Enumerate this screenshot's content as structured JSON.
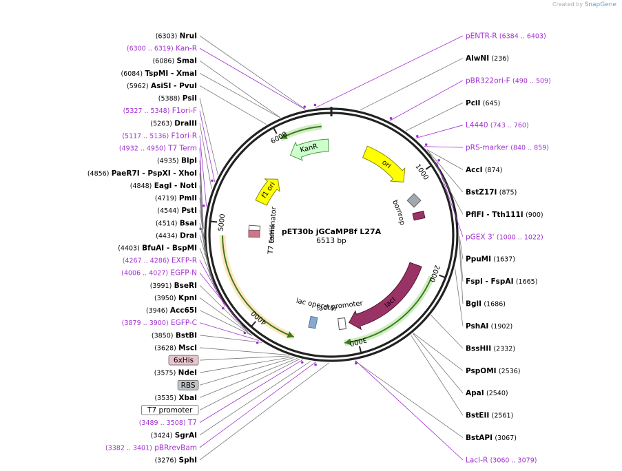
{
  "credit": {
    "prefix": "Created by",
    "brand": "SnapGene"
  },
  "plasmid": {
    "name": "pET30b jGCaMP8f L27A",
    "size": "6513 bp",
    "length": 6513
  },
  "ticks": [
    {
      "pos": 1000,
      "label": "1000"
    },
    {
      "pos": 2000,
      "label": "2000"
    },
    {
      "pos": 3000,
      "label": "3000"
    },
    {
      "pos": 4000,
      "label": "4000"
    },
    {
      "pos": 5000,
      "label": "5000"
    },
    {
      "pos": 6000,
      "label": "6000"
    }
  ],
  "features": [
    {
      "name": "ori",
      "start": 400,
      "end": 975,
      "dir": 1,
      "color": "#ffff00",
      "stroke": "#8a8a00",
      "track": "inner"
    },
    {
      "name": "KanR",
      "start": 6020,
      "end": 6480,
      "dir": -1,
      "color": "#ccffcc",
      "stroke": "#4a9a4a",
      "track": "inner"
    },
    {
      "name": "lacI",
      "start": 1980,
      "end": 3050,
      "dir": 1,
      "color": "#993366",
      "stroke": "#551133",
      "track": "inner"
    },
    {
      "name": "f1 ori",
      "start": 5330,
      "end": 5720,
      "dir": 1,
      "color": "#ffff00",
      "stroke": "#8a8a00",
      "track": "inner2"
    },
    {
      "name": "T7 terminator",
      "start": 4938,
      "end": 4985,
      "dir": -1,
      "color": "#ffffff",
      "stroke": "#555555",
      "track": "inner2"
    },
    {
      "name": "6xHis",
      "start": 4880,
      "end": 4920,
      "dir": -1,
      "color": "#cc7788",
      "stroke": "#885566",
      "track": "inner2"
    },
    {
      "name": "lac operator",
      "start": 3460,
      "end": 3480,
      "dir": 1,
      "color": "#88aacc",
      "stroke": "#557799",
      "track": "inner"
    },
    {
      "name": "lacI promoter",
      "start": 3120,
      "end": 3145,
      "dir": 1,
      "color": "#ffffff",
      "stroke": "#555555",
      "track": "inner"
    },
    {
      "name": "bom",
      "start": 1180,
      "end": 1260,
      "dir": 0,
      "color": "#a0a8b0",
      "stroke": "#666",
      "track": "inner"
    },
    {
      "name": "rop",
      "start": 1360,
      "end": 1450,
      "dir": -1,
      "color": "#993366",
      "stroke": "#551133",
      "track": "inner"
    }
  ],
  "orfs": [
    {
      "start": 6420,
      "end": 6010,
      "color": "#77cc55",
      "dir": -1
    },
    {
      "start": 4880,
      "end": 3620,
      "color": "#ffb84d",
      "dir": -1
    },
    {
      "start": 3130,
      "end": 2040,
      "color": "#77cc55",
      "dir": 1
    }
  ],
  "left_labels": [
    {
      "pos": 6303,
      "coord": "(6303)",
      "name": "NruI",
      "type": "site"
    },
    {
      "pos": 6300,
      "coord": "(6300 .. 6319)",
      "name": "Kan-R",
      "type": "primer"
    },
    {
      "pos": 6086,
      "coord": "(6086)",
      "name": "SmaI",
      "type": "site"
    },
    {
      "pos": 6084,
      "coord": "(6084)",
      "name": "TspMI - XmaI",
      "type": "site"
    },
    {
      "pos": 5962,
      "coord": "(5962)",
      "name": "AsiSI - PvuI",
      "type": "site"
    },
    {
      "pos": 5388,
      "coord": "(5388)",
      "name": "PsiI",
      "type": "site"
    },
    {
      "pos": 5327,
      "coord": "(5327 .. 5348)",
      "name": "F1ori-F",
      "type": "primer"
    },
    {
      "pos": 5263,
      "coord": "(5263)",
      "name": "DraIII",
      "type": "site"
    },
    {
      "pos": 5117,
      "coord": "(5117 .. 5136)",
      "name": "F1ori-R",
      "type": "primer"
    },
    {
      "pos": 4932,
      "coord": "(4932 .. 4950)",
      "name": "T7 Term",
      "type": "primer"
    },
    {
      "pos": 4935,
      "coord": "(4935)",
      "name": "BlpI",
      "type": "site"
    },
    {
      "pos": 4856,
      "coord": "(4856)",
      "name": "PaeR7I - PspXI - XhoI",
      "type": "site"
    },
    {
      "pos": 4848,
      "coord": "(4848)",
      "name": "EagI - NotI",
      "type": "site"
    },
    {
      "pos": 4719,
      "coord": "(4719)",
      "name": "PmlI",
      "type": "site"
    },
    {
      "pos": 4544,
      "coord": "(4544)",
      "name": "PstI",
      "type": "site"
    },
    {
      "pos": 4514,
      "coord": "(4514)",
      "name": "BsaI",
      "type": "site"
    },
    {
      "pos": 4434,
      "coord": "(4434)",
      "name": "DraI",
      "type": "site"
    },
    {
      "pos": 4403,
      "coord": "(4403)",
      "name": "BfuAI - BspMI",
      "type": "site"
    },
    {
      "pos": 4267,
      "coord": "(4267 .. 4286)",
      "name": "EXFP-R",
      "type": "primer"
    },
    {
      "pos": 4006,
      "coord": "(4006 .. 4027)",
      "name": "EGFP-N",
      "type": "primer"
    },
    {
      "pos": 3991,
      "coord": "(3991)",
      "name": "BseRI",
      "type": "site"
    },
    {
      "pos": 3950,
      "coord": "(3950)",
      "name": "KpnI",
      "type": "site"
    },
    {
      "pos": 3946,
      "coord": "(3946)",
      "name": "Acc65I",
      "type": "site"
    },
    {
      "pos": 3879,
      "coord": "(3879 .. 3900)",
      "name": "EGFP-C",
      "type": "primer"
    },
    {
      "pos": 3850,
      "coord": "(3850)",
      "name": "BstBI",
      "type": "site"
    },
    {
      "pos": 3628,
      "coord": "(3628)",
      "name": "MscI",
      "type": "site"
    },
    {
      "pos": 3600,
      "coord": "",
      "name": "6xHis",
      "type": "feature-box",
      "fill": "#e8c4cc"
    },
    {
      "pos": 3575,
      "coord": "(3575)",
      "name": "NdeI",
      "type": "site"
    },
    {
      "pos": 3560,
      "coord": "",
      "name": "RBS",
      "type": "feature-box",
      "fill": "#c0c4c8"
    },
    {
      "pos": 3535,
      "coord": "(3535)",
      "name": "XbaI",
      "type": "site"
    },
    {
      "pos": 3515,
      "coord": "",
      "name": "T7 promoter",
      "type": "feature-box",
      "fill": "#ffffff"
    },
    {
      "pos": 3489,
      "coord": "(3489 .. 3508)",
      "name": "T7",
      "type": "primer"
    },
    {
      "pos": 3424,
      "coord": "(3424)",
      "name": "SgrAI",
      "type": "site"
    },
    {
      "pos": 3382,
      "coord": "(3382 .. 3401)",
      "name": "pBRrevBam",
      "type": "primer"
    },
    {
      "pos": 3276,
      "coord": "(3276)",
      "name": "SphI",
      "type": "site"
    }
  ],
  "right_labels": [
    {
      "pos": 6384,
      "coord": "(6384 .. 6403)",
      "name": "pENTR-R",
      "type": "primer"
    },
    {
      "pos": 236,
      "coord": "(236)",
      "name": "AlwNI",
      "type": "site"
    },
    {
      "pos": 490,
      "coord": "(490 .. 509)",
      "name": "pBR322ori-F",
      "type": "primer"
    },
    {
      "pos": 645,
      "coord": "(645)",
      "name": "PciI",
      "type": "site"
    },
    {
      "pos": 743,
      "coord": "(743 .. 760)",
      "name": "L4440",
      "type": "primer"
    },
    {
      "pos": 840,
      "coord": "(840 .. 859)",
      "name": "pRS-marker",
      "type": "primer"
    },
    {
      "pos": 874,
      "coord": "(874)",
      "name": "AccI",
      "type": "site"
    },
    {
      "pos": 875,
      "coord": "(875)",
      "name": "BstZ17I",
      "type": "site"
    },
    {
      "pos": 900,
      "coord": "(900)",
      "name": "PflFI - Tth111I",
      "type": "site"
    },
    {
      "pos": 1000,
      "coord": "(1000 .. 1022)",
      "name": "pGEX 3'",
      "type": "primer"
    },
    {
      "pos": 1637,
      "coord": "(1637)",
      "name": "PpuMI",
      "type": "site"
    },
    {
      "pos": 1665,
      "coord": "(1665)",
      "name": "FspI - FspAI",
      "type": "site"
    },
    {
      "pos": 1686,
      "coord": "(1686)",
      "name": "BglI",
      "type": "site"
    },
    {
      "pos": 1902,
      "coord": "(1902)",
      "name": "PshAI",
      "type": "site"
    },
    {
      "pos": 2332,
      "coord": "(2332)",
      "name": "BssHII",
      "type": "site"
    },
    {
      "pos": 2536,
      "coord": "(2536)",
      "name": "PspOMI",
      "type": "site"
    },
    {
      "pos": 2540,
      "coord": "(2540)",
      "name": "ApaI",
      "type": "site"
    },
    {
      "pos": 2561,
      "coord": "(2561)",
      "name": "BstEII",
      "type": "site"
    },
    {
      "pos": 3067,
      "coord": "(3067)",
      "name": "BstAPI",
      "type": "site"
    },
    {
      "pos": 3060,
      "coord": "(3060 .. 3079)",
      "name": "LacI-R",
      "type": "primer"
    }
  ]
}
